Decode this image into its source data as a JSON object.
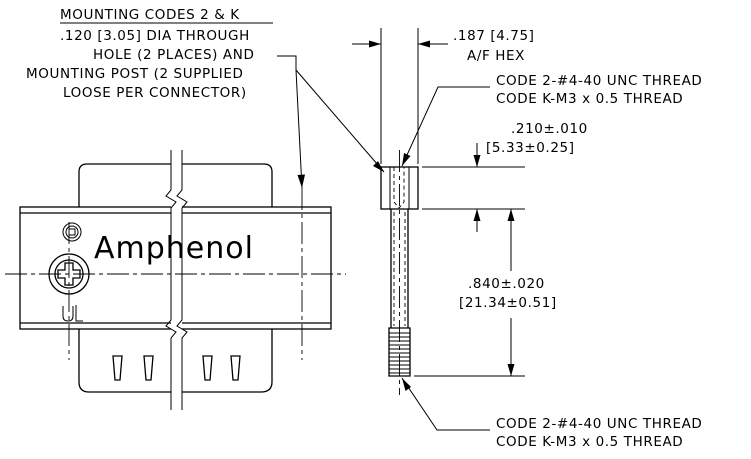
{
  "callout_mounting": {
    "line1": "MOUNTING CODES 2 & K",
    "line2": ".120 [3.05] DIA THROUGH",
    "line3": "HOLE (2 PLACES) AND",
    "line4": "MOUNTING POST (2 SUPPLIED",
    "line5": "LOOSE PER CONNECTOR)"
  },
  "dim_hex": {
    "line1": ".187 [4.75]",
    "line2": "A/F HEX"
  },
  "thread_top": {
    "line1": "CODE 2-#4-40 UNC THREAD",
    "line2": "CODE K-M3 x 0.5 THREAD"
  },
  "dim_hex_height": {
    "line1": ".210±.010",
    "line2": "[5.33±0.25]"
  },
  "dim_post_length": {
    "line1": ".840±.020",
    "line2": "[21.34±0.51]"
  },
  "thread_bottom": {
    "line1": "CODE 2-#4-40 UNC THREAD",
    "line2": "CODE K-M3 x 0.5 THREAD"
  },
  "brand": {
    "name": "Amphenol"
  }
}
